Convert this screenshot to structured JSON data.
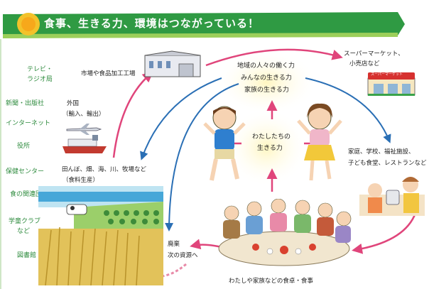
{
  "title": "食事、生きる力、環境はつながっている！",
  "sidebar": [
    "テレビ・",
    "ラジオ局",
    "新聞・出版社",
    "インターネット",
    "役所",
    "保健センター",
    "食の関連団体",
    "学童クラブ",
    "など",
    "図書館"
  ],
  "labels": {
    "market": "市場や食品加工工場",
    "supermarket_1": "スーパーマーケット、",
    "supermarket_2": "小売店など",
    "foreign_1": "外国",
    "foreign_2": "（輸入、輸出）",
    "fields_1": "田んぼ、畑、海、川、牧場など",
    "fields_2": "（食料生産）",
    "homes_1": "家庭、学校、福祉施設、",
    "homes_2": "子ども食堂、レストランなど",
    "waste_1": "廃棄",
    "waste_2": "次の資源へ",
    "table": "わたしや家族などの食卓・食事",
    "store_sign": "スーパーマーケット"
  },
  "center": {
    "top_1": "地域の人々の働く力",
    "top_2": "みんなの生きる力",
    "top_3": "家族の生きる力",
    "mid_1": "わたしたちの",
    "mid_2": "生きる力"
  },
  "colors": {
    "banner": "#2f9a43",
    "side_text": "#2e8b3e",
    "arrow_pink": "#e0457b",
    "arrow_blue": "#2a6fb5",
    "glow": "#fff3b0"
  }
}
